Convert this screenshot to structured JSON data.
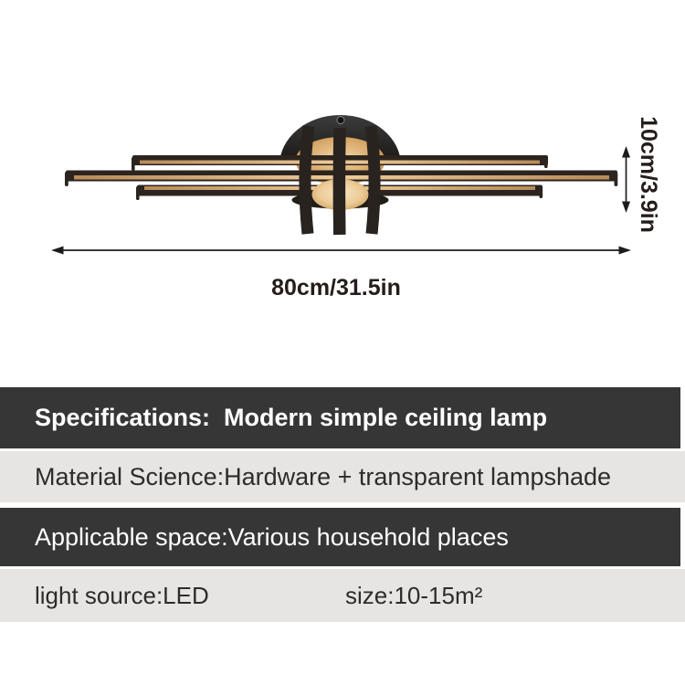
{
  "figure": {
    "illustration": "modern-ceiling-lamp-dimension-diagram",
    "width_label": "80cm/31.5in",
    "height_label": "10cm/3.9in"
  },
  "spec": {
    "header": "Specifications:  Modern simple ceiling lamp",
    "material": "Material Science:Hardware + transparent lampshade",
    "space": "Applicable space:Various household places",
    "light_source": "light source:LED",
    "size": "size:10-15m²"
  },
  "colors": {
    "row_dark": "#363636",
    "row_light": "#e6e5e3",
    "text_light": "#ffffff",
    "text_dark": "#2e2b29",
    "dim_text": "#241d1b",
    "arrow": "#1c1c1c",
    "lamp_black": "#2b241f",
    "strap_black": "#29231f",
    "lamp_glow": "#e8c592",
    "lamp_glow_bright": "#f8e7c2"
  }
}
